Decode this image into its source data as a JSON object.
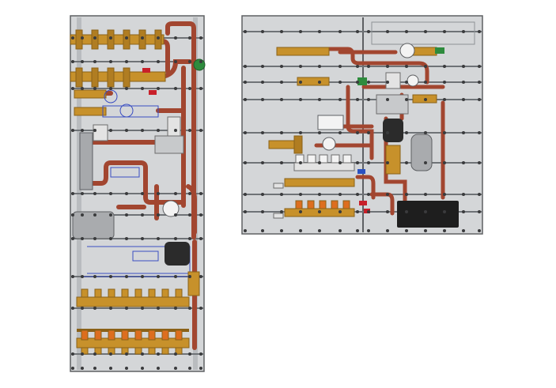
{
  "diagram": {
    "panels": [
      {
        "id": "panel-left",
        "view": "vertical-manifold-rack"
      },
      {
        "id": "panel-right",
        "view": "compact-heating-station"
      }
    ],
    "colors": {
      "background": "#ffffff",
      "panel_fill": "#d4d6d8",
      "panel_stroke": "#5e6063",
      "rail": "#6f7377",
      "bracket": "#8e9296",
      "pipe": "#a24630",
      "pipe_dark": "#6c2a1c",
      "brass": "#c7912b",
      "brass_dark": "#8a6118",
      "orange": "#dd6e1f",
      "valve_green": "#2e8b3d",
      "valve_red": "#c8202a",
      "valve_blue": "#2b52c0",
      "tank_grey": "#a9abae",
      "pump_black": "#2b2b2b",
      "box_black": "#1e1e1e",
      "schematic_blue": "#3a4ec2",
      "gauge_white": "#f3f3f3"
    },
    "icons": [
      "pipe",
      "manifold",
      "valve-handle",
      "pressure-gauge",
      "circulation-pump",
      "expansion-tank",
      "control-box",
      "mounting-bolt"
    ]
  }
}
